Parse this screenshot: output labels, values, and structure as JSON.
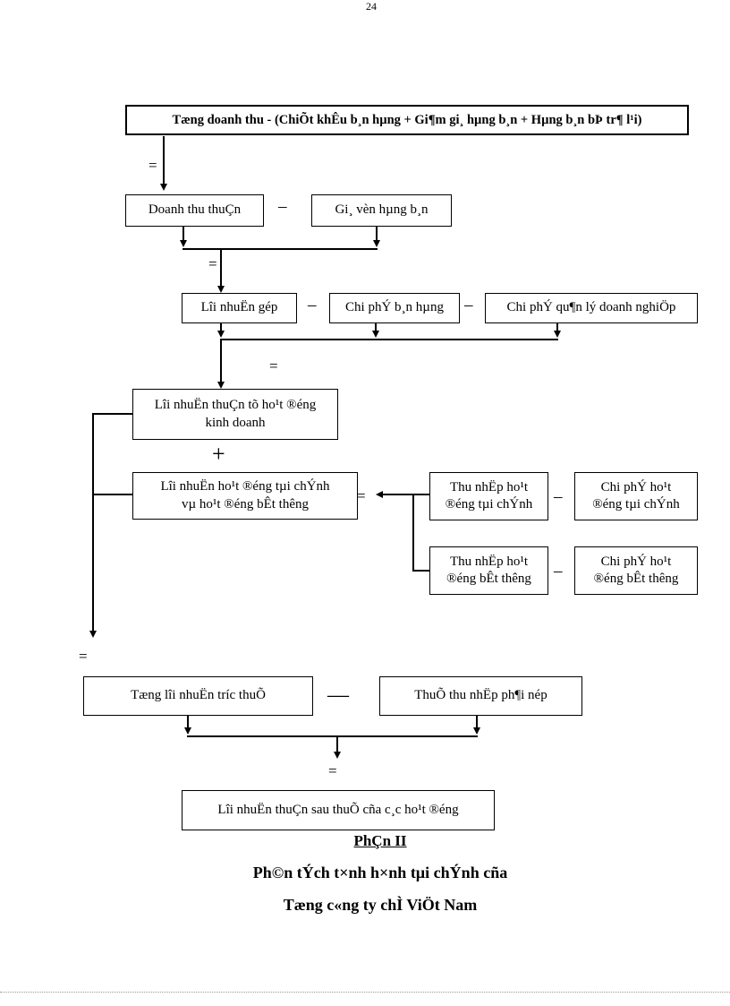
{
  "flow": {
    "operators": {
      "equals": "=",
      "minus": "–",
      "plus": "+",
      "dash": "—"
    },
    "boxes": {
      "total_revenue": "Tæng doanh thu - (ChiÕt khÊu b¸n hµng + Gi¶m gi¸ hµng b¸n + Hµng b¸n bÞ tr¶ l¹i)",
      "net_revenue": "Doanh thu thuÇn",
      "cogs": "Gi¸ vèn hµng b¸n",
      "gross_profit": "Lîi nhuËn gép",
      "selling_expense": "Chi phÝ b¸n hµng",
      "admin_expense": "Chi phÝ qu¶n lý doanh nghiÖp",
      "operating_profit": "Lîi nhuËn thuÇn tõ ho¹t ®éng\nkinh doanh",
      "financial_extra_profit": "Lîi nhuËn ho¹t ®éng tµi chÝnh\nvµ ho¹t ®éng bÊt thêng",
      "financial_income": "Thu nhËp ho¹t\n®éng tµi chÝnh",
      "financial_expense": "Chi phÝ ho¹t\n®éng tµi chÝnh",
      "extraordinary_income": "Thu nhËp ho¹t\n®éng bÊt thêng",
      "extraordinary_expense": "Chi phÝ ho¹t\n®éng bÊt thêng",
      "profit_before_tax": "Tæng lîi nhuËn tríc thuÕ",
      "income_tax": "ThuÕ thu nhËp ph¶i nép",
      "profit_after_tax": "Lîi nhuËn thuÇn sau thuÕ cña c¸c ho¹t ®éng"
    }
  },
  "footer": {
    "part_title": "PhÇn II",
    "subtitle_line1": "Ph©n tÝch t×nh h×nh tµi chÝnh cña",
    "subtitle_line2": "Tæng c«ng ty chÌ ViÖt Nam",
    "page_number": "24"
  }
}
